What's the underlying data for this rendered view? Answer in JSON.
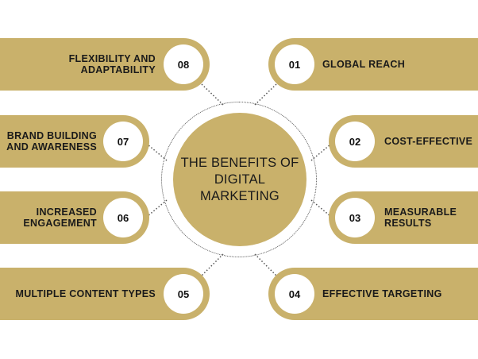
{
  "center": {
    "title": "THE BENEFITS OF\nDIGITAL\nMARKETING"
  },
  "colors": {
    "pill": "#c9b16b",
    "badge": "#ffffff",
    "text": "#1a1a1a",
    "connector": "#555555"
  },
  "benefits": [
    {
      "num": "01",
      "label": "GLOBAL REACH"
    },
    {
      "num": "02",
      "label": "COST-EFFECTIVE"
    },
    {
      "num": "03",
      "label": "MEASURABLE\nRESULTS"
    },
    {
      "num": "04",
      "label": "EFFECTIVE TARGETING"
    },
    {
      "num": "05",
      "label": "MULTIPLE CONTENT TYPES"
    },
    {
      "num": "06",
      "label": "INCREASED\nENGAGEMENT"
    },
    {
      "num": "07",
      "label": "BRAND BUILDING\nAND AWARENESS"
    },
    {
      "num": "08",
      "label": "FLEXIBILITY AND\nADAPTABILITY"
    }
  ]
}
